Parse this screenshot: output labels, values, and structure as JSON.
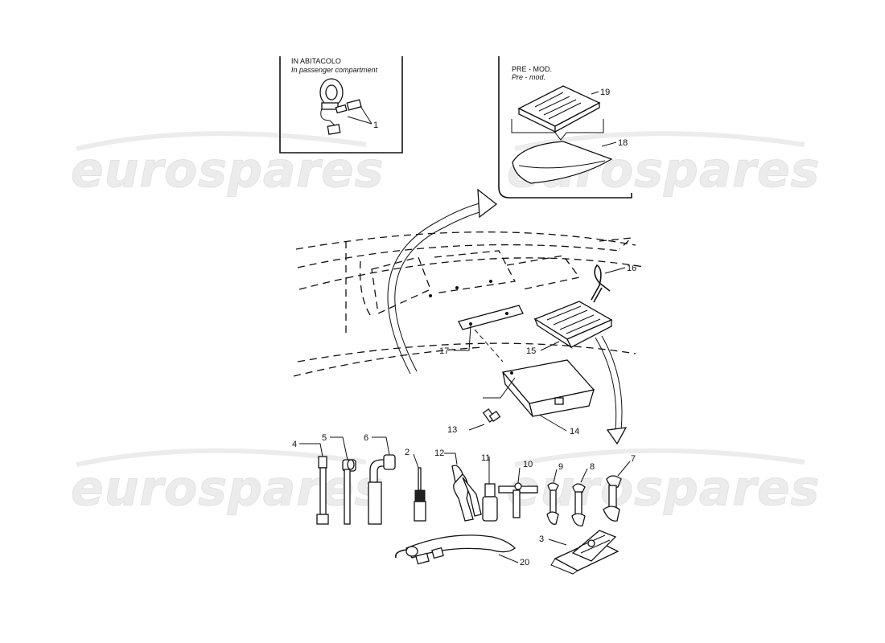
{
  "inset_left": {
    "caption_it": "IN ABITACOLO",
    "caption_en": "In passenger compartment"
  },
  "inset_right": {
    "caption_it": "PRE - MOD.",
    "caption_en": "Pre - mod."
  },
  "watermark": "eurospares",
  "callouts": {
    "c1": "1",
    "c2": "2",
    "c3": "3",
    "c4": "4",
    "c5": "5",
    "c6": "6",
    "c7": "7",
    "c8": "8",
    "c9": "9",
    "c10": "10",
    "c11": "11",
    "c12": "12",
    "c13": "13",
    "c14": "14",
    "c15": "15",
    "c16": "16",
    "c17": "17",
    "c18": "18",
    "c19": "19",
    "c20": "20"
  }
}
